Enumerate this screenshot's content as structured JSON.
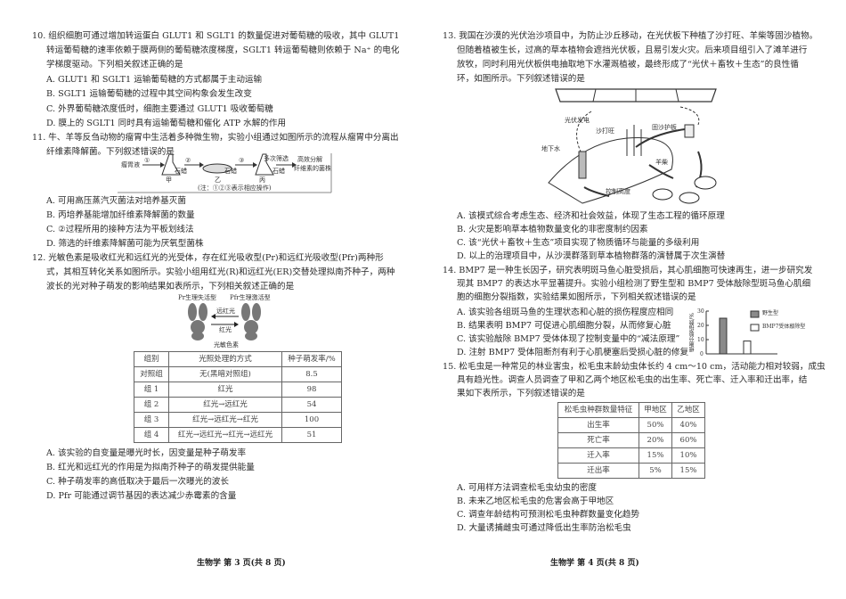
{
  "q10": {
    "stem": [
      "10. 组织细胞可通过增加转运蛋白 GLUT1 和 SGLT1 的数量促进对葡萄糖的吸收，其中 GLUT1",
      "转运葡萄糖的速率依赖于膜两侧的葡萄糖浓度梯度，SGLT1 转运葡萄糖则依赖于 Na⁺ 的电化",
      "学梯度驱动。下列相关叙述正确的是"
    ],
    "options": [
      "A. GLUT1 和 SGLT1 运输葡萄糖的方式都属于主动运输",
      "B. SGLT1 运输葡萄糖的过程中其空间构象会发生改变",
      "C. 外界葡萄糖浓度低时，细胞主要通过 GLUT1 吸收葡萄糖",
      "D. 膜上的 SGLT1 同时具有运输葡萄糖和催化 ATP 水解的作用"
    ]
  },
  "q11": {
    "stem": [
      "11. 牛、羊等反刍动物的瘤胃中生活着多种微生物，实验小组通过如图所示的流程从瘤胃中分离出",
      "纤维素降解菌。下列叙述错误的是"
    ],
    "figure": {
      "source": "瘤胃液",
      "step1": "①",
      "step2": "②",
      "step3": "③",
      "flask1": "甲",
      "dish": "乙",
      "flask2": "丙",
      "wax": "石蜡",
      "screen": "多次筛选",
      "result1": "高效分解",
      "result2": "纤维素的菌株",
      "note": "(注：①②③表示相应操作)"
    },
    "options": [
      "A. 可用高压蒸汽灭菌法对培养基灭菌",
      "B. 丙培养基能增加纤维素降解菌的数量",
      "C. ②过程所用的接种方法为平板划线法",
      "D. 筛选的纤维素降解菌可能为厌氧型菌株"
    ]
  },
  "q12": {
    "stem": [
      "12. 光敏色素是吸收红光和远红光的光受体，存在红光吸收型(Pr)和远红光吸收型(Pfr)两种形",
      "式，其相互转化关系如图所示。实验小组用红光(R)和远红光(ER)交替处理拟南芥种子，两种",
      "波长的光对种子萌发的影响结果如表所示，下列相关叙述正确的是"
    ],
    "figure": {
      "pr": "Pr生理失活型",
      "pfr": "Pfr生理激活型",
      "far_red": "远红光",
      "red": "红光",
      "caption": "光敏色素"
    },
    "table": {
      "headers": [
        "组别",
        "光照处理的方式",
        "种子萌发率/%"
      ],
      "rows": [
        [
          "对照组",
          "无(黑暗对照组)",
          "8.5"
        ],
        [
          "组 1",
          "红光",
          "98"
        ],
        [
          "组 2",
          "红光→远红光",
          "54"
        ],
        [
          "组 3",
          "红光→远红光→红光",
          "100"
        ],
        [
          "组 4",
          "红光→远红光→红光→远红光",
          "51"
        ]
      ]
    },
    "options": [
      "A. 该实验的自变量是曝光时长，因变量是种子萌发率",
      "B. 红光和远红光的作用是为拟南芥种子的萌发提供能量",
      "C. 种子萌发率的高低取决于最后一次曝光的波长",
      "D. Pfr 可能通过调节基因的表达减少赤霉素的含量"
    ]
  },
  "q13": {
    "stem": [
      "13. 我国在沙漠的光伏治沙项目中，为防止沙丘移动，在光伏板下种植了沙打旺、羊柴等固沙植物。",
      "但随着植被生长，过高的草本植物会遮挡光伏板，且易引发火灾。后来项目组引入了滩羊进行",
      "放牧，同时利用光伏板供电抽取地下水灌溉植被，最终形成了“光伏＋畜牧＋生态”的良性循",
      "环，如图所示。下列叙述错误的是"
    ],
    "figure": {
      "pv": "光伏发电",
      "plant1": "沙打旺",
      "board": "固沙护板",
      "water": "地下水",
      "plant2": "羊柴",
      "control": "控制高度"
    },
    "options": [
      "A. 该模式综合考虑生态、经济和社会效益，体现了生态工程的循环原理",
      "B. 火灾是影响草本植物数量变化的非密度制约因素",
      "C. 该“光伏＋畜牧＋生态”项目实现了物质循环与能量的多级利用",
      "D. 以上的治理项目中，从沙漠群落到草本植物群落的演替属于次生演替"
    ]
  },
  "q14": {
    "stem": [
      "14. BMP7 是一种生长因子，研究表明斑马鱼心脏受损后，其心肌细胞可快速再生，进一步研究发",
      "现其 BMP7 的表达水平显著提升。实验小组检测了野生型和 BMP7 受体敲除型斑马鱼心肌细",
      "胞的细胞分裂指数，实验结果如图所示，下列相关叙述错误的是"
    ],
    "options": [
      "A. 该实验各组斑马鱼的生理状态和心脏的损伤程度应相同",
      "B. 结果表明 BMP7 可促进心肌细胞分裂，从而修复心脏",
      "C. 该实验敲除 BMP7 受体体现了控制变量中的“减法原理”",
      "D. 注射 BMP7 受体阻断剂有利于心肌梗塞后受损心脏的修复"
    ]
  },
  "chart_data": {
    "type": "bar",
    "ylabel": "细胞分裂指数/%",
    "ylim": [
      0,
      30
    ],
    "yticks": [
      "0",
      "10",
      "20",
      "30"
    ],
    "legend_position": "top-right",
    "series": [
      {
        "name": "野生型",
        "values": [
          25
        ],
        "color": "#8a8a8a"
      },
      {
        "name": "BMP7受体敲除型",
        "values": [
          9
        ],
        "color": "#ffffff"
      }
    ]
  },
  "q15": {
    "stem": [
      "15. 松毛虫是一种常见的林业害虫，松毛虫末龄幼虫体长约 4 cm～10 cm，活动能力相对较弱，成虫",
      "具有趋光性。调查人员调查了甲和乙两个地区松毛虫的出生率、死亡率、迁入率和迁出率，结",
      "果如下表所示，下列叙述错误的是"
    ],
    "table": {
      "headers": [
        "松毛虫种群数量特征",
        "甲地区",
        "乙地区"
      ],
      "rows": [
        [
          "出生率",
          "50%",
          "40%"
        ],
        [
          "死亡率",
          "20%",
          "60%"
        ],
        [
          "迁入率",
          "15%",
          "10%"
        ],
        [
          "迁出率",
          "5%",
          "15%"
        ]
      ]
    },
    "options": [
      "A. 可用样方法调查松毛虫幼虫的密度",
      "B. 未来乙地区松毛虫的危害会高于甲地区",
      "C. 调查年龄结构可预测松毛虫种群数量变化趋势",
      "D. 大量诱捕雌虫可通过降低出生率防治松毛虫"
    ]
  },
  "footer": {
    "left": "生物学 第 3 页(共 8 页)",
    "right": "生物学 第 4 页(共 8 页)"
  }
}
